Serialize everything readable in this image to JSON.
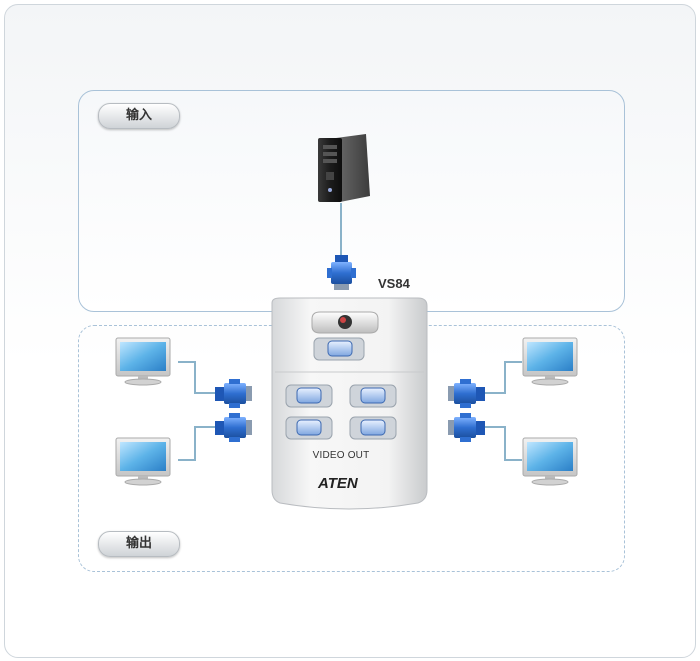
{
  "sections": {
    "input_label": "输入",
    "output_label": "输出"
  },
  "device": {
    "model": "VS84",
    "port_label": "VIDEO OUT",
    "brand": "ATEN"
  },
  "icons": {
    "source": "pc-tower-icon",
    "display": "lcd-monitor-icon",
    "connector": "vga-connector-icon"
  },
  "colors": {
    "frame_border": "#a9c2d8",
    "connector_blue": "#2f6fd1",
    "screen_blue": "#5db3e8"
  }
}
